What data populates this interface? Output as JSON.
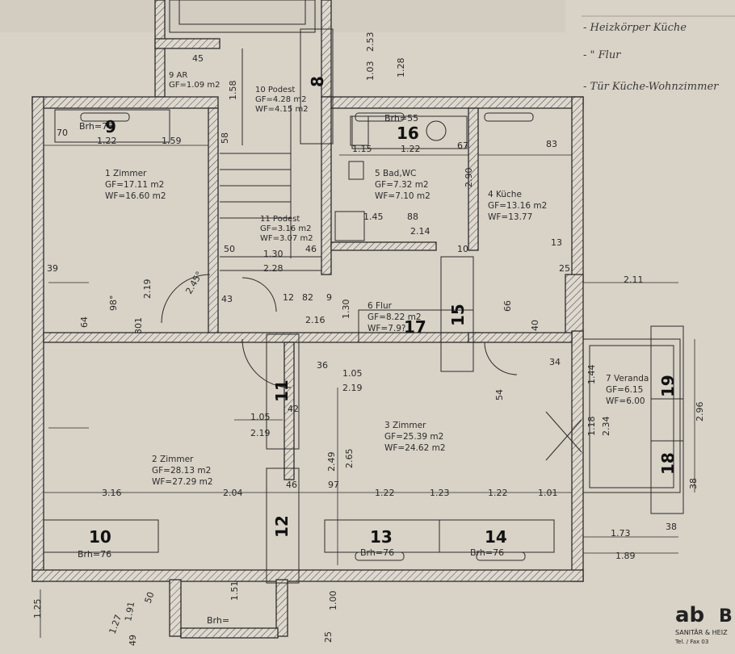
{
  "notes": [
    {
      "text": "- Heizkörper Küche"
    },
    {
      "text": "- \"    Flur"
    },
    {
      "text": "- Tür Küche-Wohnzimmer"
    }
  ],
  "rooms": [
    {
      "id": "r1",
      "name": "1 Zimmer",
      "gf": "GF=17.11 m2",
      "wf": "WF=16.60 m2"
    },
    {
      "id": "r2",
      "name": "2 Zimmer",
      "gf": "GF=28.13 m2",
      "wf": "WF=27.29 m2"
    },
    {
      "id": "r3",
      "name": "3 Zimmer",
      "gf": "GF=25.39 m2",
      "wf": "WF=24.62 m2"
    },
    {
      "id": "r4",
      "name": "4 Küche",
      "gf": "GF=13.16 m2",
      "wf": "WF=13.77"
    },
    {
      "id": "r5",
      "name": "5 Bad,WC",
      "gf": "GF=7.32 m2",
      "wf": "WF=7.10 m2"
    },
    {
      "id": "r6",
      "name": "6 Flur",
      "gf": "GF=8.22 m2",
      "wf": "WF=7.9?"
    },
    {
      "id": "r7",
      "name": "7 Veranda",
      "gf": "GF=6.15",
      "wf": "WF=6.00"
    },
    {
      "id": "r9",
      "name": "9 AR",
      "gf": "GF=1.09 m2",
      "wf": ""
    },
    {
      "id": "r10",
      "name": "10 Podest",
      "gf": "GF=4.28 m2",
      "wf": "WF=4.15 m2"
    },
    {
      "id": "r11",
      "name": "11 Podest",
      "gf": "GF=3.16 m2",
      "wf": "WF=3.07 m2"
    }
  ],
  "brh_labels": [
    "Brh=76",
    "Brh=76",
    "Brh=55",
    "Brh=76",
    "Brh=76",
    "Brh="
  ],
  "dimensions": [
    "70",
    "1.22",
    "1.59",
    "39",
    "2.19",
    "98°",
    "64",
    "301",
    "2.45°",
    "43",
    "50",
    "1.30",
    "46",
    "2.28",
    "12",
    "82",
    "9",
    "2.16",
    "1.30",
    "1.58",
    "45",
    "1.03",
    "2.53",
    "1.28",
    "58",
    "1.15",
    "1.22",
    "67",
    "83",
    "2.90",
    "13",
    "25",
    "2.11",
    "10",
    "88",
    "2.14",
    "1.45",
    "36",
    "1.05",
    "2.19",
    "42",
    "1.05",
    "2.19",
    "2.49",
    "2.65",
    "3.16",
    "2.04",
    "46",
    "97",
    "1.22",
    "1.23",
    "1.22",
    "1.01",
    "1.73",
    "38",
    "1.89",
    "1.44",
    "1.18",
    "2.34",
    "2.96",
    "38",
    "1.25",
    "1.51",
    "1.91",
    "1.27",
    "50",
    "49",
    "1.00",
    "25",
    "54",
    "66",
    "40",
    "34"
  ],
  "region_numbers": [
    "8",
    "9",
    "10",
    "11",
    "12",
    "13",
    "14",
    "15",
    "16",
    "17",
    "18",
    "19"
  ],
  "logo": {
    "text": "ab",
    "suffix": "B",
    "line1": "SANITÄR & HEIZ",
    "line2": "Tel. / Fax 03"
  }
}
